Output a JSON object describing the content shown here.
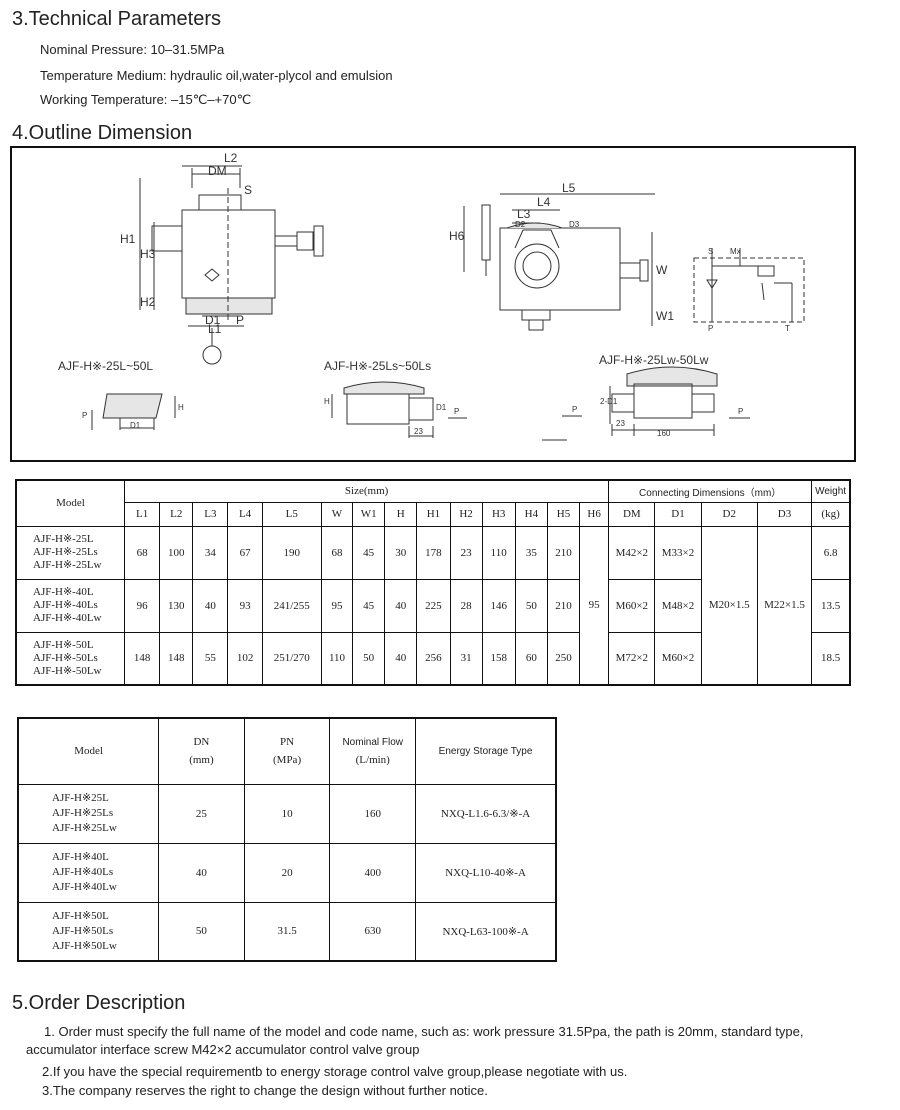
{
  "sections": {
    "tech": {
      "title": "3.Technical Parameters",
      "lines": [
        "Nominal Pressure: 10–31.5MPa",
        "Temperature Medium: hydraulic oil,water-plycol and emulsion",
        "Working Temperature: –15℃–+70℃"
      ]
    },
    "outline": {
      "title": "4.Outline Dimension",
      "labels": {
        "L2": "L2",
        "DM": "DM",
        "S": "S",
        "H1": "H1",
        "H3": "H3",
        "H2": "H2",
        "D1": "D1",
        "L1": "L1",
        "P": "P",
        "L5": "L5",
        "L4": "L4",
        "L3": "L3",
        "D2": "D2",
        "D3": "D3",
        "H6": "H6",
        "W": "W",
        "W1": "W1",
        "Mx": "Mx",
        "T": "T",
        "H": "H",
        "n23": "23",
        "n160": "160",
        "n2D1": "2-D1"
      },
      "captions": {
        "a": "AJF-H※-25L~50L",
        "b": "AJF-H※-25Ls~50Ls",
        "c": "AJF-H※-25Lw-50Lw"
      }
    },
    "order": {
      "title": "5.Order Description",
      "items": [
        "1. Order must specify the full name of the model and code name, such as: work pressure 31.5Ppa, the path is 20mm, standard type,",
        "accumulator interface screw M42×2 accumulator control valve group",
        "2.If you have the special requirementb to energy storage control valve group,please negotiate with us.",
        "3.The company reserves the right to change the design without further notice."
      ]
    }
  },
  "size_table": {
    "model_header": "Model",
    "size_header": "Size(mm)",
    "conn_header": "Connecting Dimensions（mm）",
    "weight_header": "Weight",
    "weight_unit": "(kg)",
    "size_cols": [
      "L1",
      "L2",
      "L3",
      "L4",
      "L5",
      "W",
      "W1",
      "H",
      "H1",
      "H2",
      "H3",
      "H4",
      "H5",
      "H6"
    ],
    "conn_cols": [
      "DM",
      "D1",
      "D2",
      "D3"
    ],
    "rows": [
      {
        "models": "AJF-H※-25L\nAJF-H※-25Ls\nAJF-H※-25Lw",
        "vals": [
          "68",
          "100",
          "34",
          "67",
          "190",
          "68",
          "45",
          "30",
          "178",
          "23",
          "110",
          "35",
          "210"
        ],
        "DM": "M42×2",
        "D1": "M33×2",
        "weight": "6.8"
      },
      {
        "models": "AJF-H※-40L\nAJF-H※-40Ls\nAJF-H※-40Lw",
        "vals": [
          "96",
          "130",
          "40",
          "93",
          "241/255",
          "95",
          "45",
          "40",
          "225",
          "28",
          "146",
          "50",
          "210"
        ],
        "DM": "M60×2",
        "D1": "M48×2",
        "weight": "13.5"
      },
      {
        "models": "AJF-H※-50L\nAJF-H※-50Ls\nAJF-H※-50Lw",
        "vals": [
          "148",
          "148",
          "55",
          "102",
          "251/270",
          "110",
          "50",
          "40",
          "256",
          "31",
          "158",
          "60",
          "250"
        ],
        "DM": "M72×2",
        "D1": "M60×2",
        "weight": "18.5"
      }
    ],
    "H6_shared": "95",
    "D2_shared": "M20×1.5",
    "D3_shared": "M22×1.5"
  },
  "flow_table": {
    "headers": {
      "model": "Model",
      "dn": "DN",
      "dn_unit": "(mm)",
      "pn": "PN",
      "pn_unit": "(MPa)",
      "flow": "Nominal Flow",
      "flow_unit": "(L/min)",
      "type": "Energy Storage Type"
    },
    "rows": [
      {
        "models": "AJF-H※25L\nAJF-H※25Ls\nAJF-H※25Lw",
        "dn": "25",
        "pn": "10",
        "flow": "160",
        "type": "NXQ-L1.6-6.3/※-A"
      },
      {
        "models": "AJF-H※40L\nAJF-H※40Ls\nAJF-H※40Lw",
        "dn": "40",
        "pn": "20",
        "flow": "400",
        "type": "NXQ-L10-40※-A"
      },
      {
        "models": "AJF-H※50L\nAJF-H※50Ls\nAJF-H※50Lw",
        "dn": "50",
        "pn": "31.5",
        "flow": "630",
        "type": "NXQ-L63-100※-A"
      }
    ]
  }
}
